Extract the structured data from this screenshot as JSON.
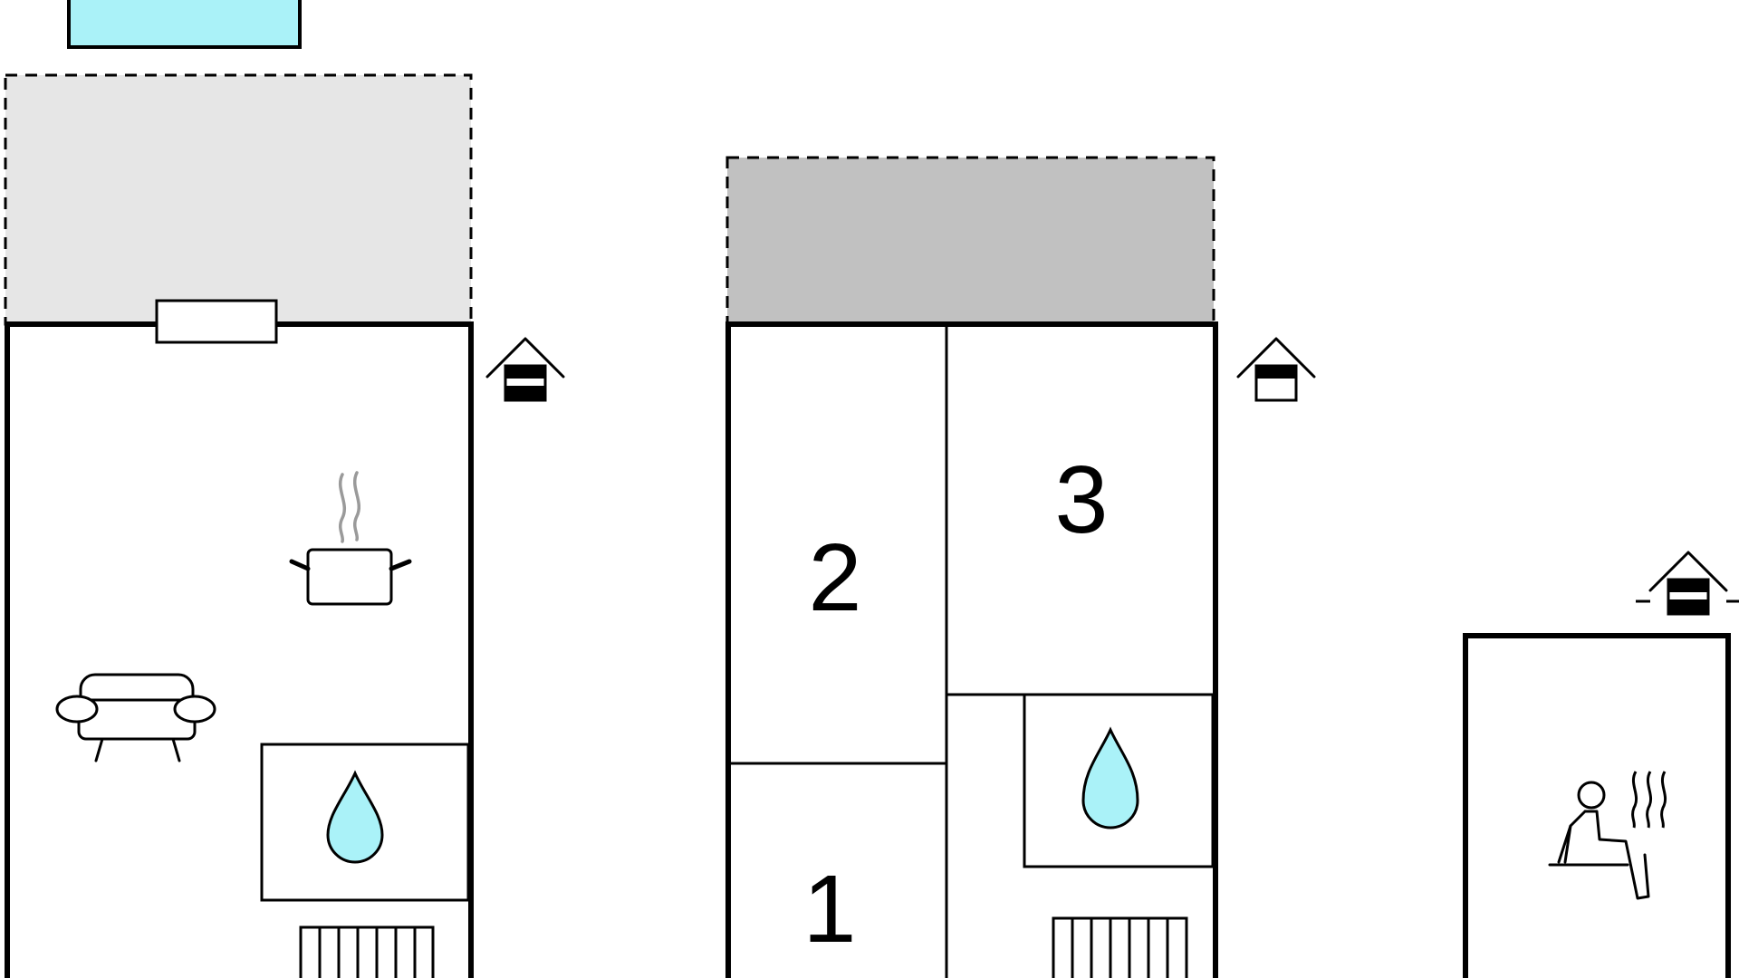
{
  "colors": {
    "water": "#aaf2f8",
    "terrace_light": "#e6e6e6",
    "terrace_dark": "#c1c1c1",
    "line": "#000000",
    "steam": "#9a9a9a"
  },
  "rooms": [
    {
      "id": "room-1",
      "label": "1"
    },
    {
      "id": "room-2",
      "label": "2"
    },
    {
      "id": "room-3",
      "label": "3"
    }
  ],
  "icons": [
    "pool-icon",
    "window-icon",
    "entrance-house-icon",
    "kitchen-pot-icon",
    "sofa-icon",
    "water-drop-icon",
    "radiator-icon",
    "sauna-icon"
  ]
}
